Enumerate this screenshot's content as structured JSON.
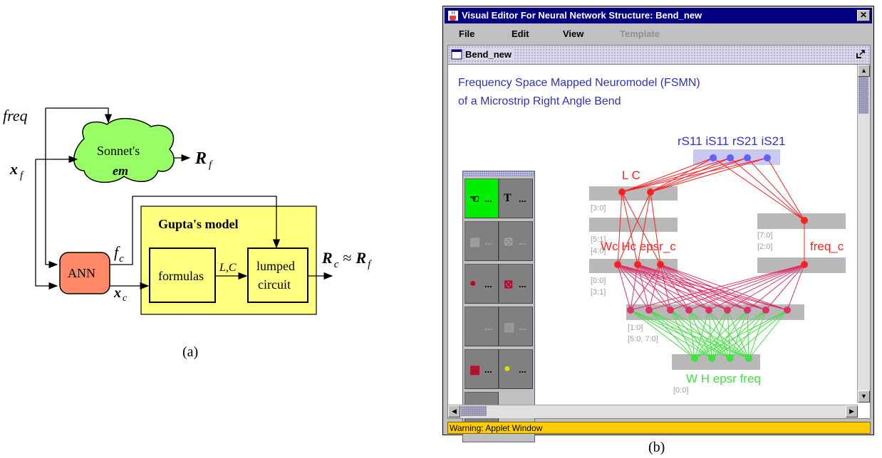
{
  "figure_a": {
    "caption": "(a)",
    "freq_label": "freq",
    "xf_label": "x",
    "xf_sub": "f",
    "sonnet_line1": "Sonnet's",
    "sonnet_line2": "em",
    "rf_label": "R",
    "rf_sub": "f",
    "ann_label": "ANN",
    "fc_label": "f",
    "fc_sub": "c",
    "xc_label": "x",
    "xc_sub": "c",
    "gupta_title": "Gupta's model",
    "formulas_label": "formulas",
    "lc_label": "L,C",
    "lumped_line1": "lumped",
    "lumped_line2": "circuit",
    "rc_label": "R",
    "rc_sub": "c",
    "approx": "≈",
    "rf2_label": "R",
    "rf2_sub": "f",
    "colors": {
      "sonnet_fill": "#99ff66",
      "ann_fill": "#ff8866",
      "gupta_fill": "#ffff80"
    }
  },
  "figure_b": {
    "caption": "(b)",
    "window_title": "Visual Editor For Neural Network Structure: Bend_new",
    "close_glyph": "✕",
    "menu": [
      "File",
      "Edit",
      "View",
      "Template"
    ],
    "inner_title": "Bend_new",
    "heading_line1": "Frequency Space Mapped Neuromodel (FSMN)",
    "heading_line2": "of a Microstrip Right Angle Bend",
    "output_labels": "rS11 iS11 rS21 iS21",
    "lc_labels": "L   C",
    "mid_labels": "Wc Hc epsr_c",
    "freq_c_label": "freq_c",
    "input_labels": "W H epsr freq",
    "tags": {
      "t30": "[3:0]",
      "t51": "[5:1]",
      "t40": "[4:0]",
      "t00a": "[0:0]",
      "t31": "[3:1]",
      "t10": "[1:0]",
      "t5070": "[5:0, 7:0]",
      "t00b": "[0:0]",
      "t70": "[7:0]",
      "t20": "[2:0]"
    },
    "status": "Warning: Applet Window",
    "palette_dots": "...",
    "palette_text_tool": "T",
    "colors": {
      "red": "#ff2020",
      "pink": "#e0306a",
      "green": "#40e040",
      "blue": "#6060ff",
      "link_blue": "#3030c0",
      "status": "#ffcc00",
      "title": "#000080"
    }
  }
}
